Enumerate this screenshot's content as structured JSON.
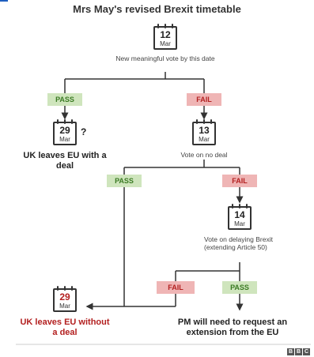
{
  "title": "Mrs May's revised Brexit timetable",
  "dates": {
    "d1": {
      "day": "12",
      "month": "Mar"
    },
    "d2": {
      "day": "29",
      "month": "Mar"
    },
    "d3": {
      "day": "13",
      "month": "Mar"
    },
    "d4": {
      "day": "14",
      "month": "Mar"
    },
    "d5": {
      "day": "29",
      "month": "Mar"
    }
  },
  "labels": {
    "step1": "New meaningful vote by this date",
    "question_mark": "?",
    "deal_outcome": "UK leaves EU with a deal",
    "step2": "Vote on no deal",
    "step3": "Vote on delaying Brexit (extending Article 50)",
    "no_deal_outcome": "UK leaves EU without a deal",
    "extension_outcome": "PM will need to request an extension from the EU"
  },
  "boxes": {
    "pass": "PASS",
    "fail": "FAIL"
  },
  "colors": {
    "pass_bg": "#cfe5bd",
    "pass_text": "#3a7a23",
    "fail_bg": "#efb5b5",
    "fail_text": "#b32020"
  },
  "logo": [
    "B",
    "B",
    "C"
  ]
}
